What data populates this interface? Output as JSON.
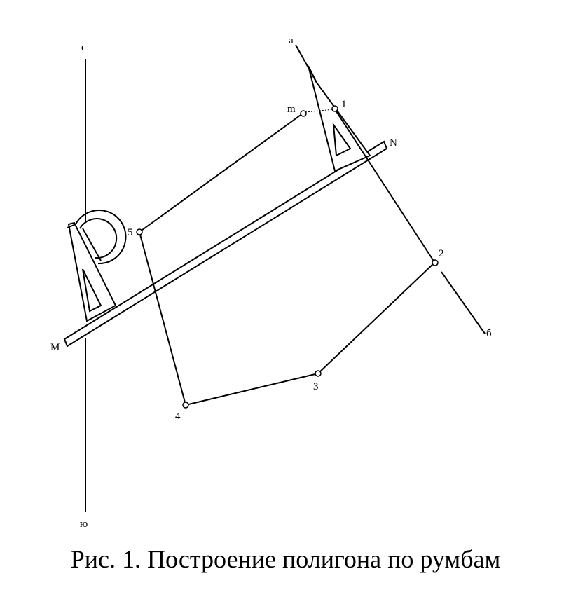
{
  "labels": {
    "north": "с",
    "south": "ю",
    "a": "а",
    "b": "б",
    "m": "m",
    "M": "M",
    "N": "N",
    "p1": "1",
    "p2": "2",
    "p3": "3",
    "p4": "4",
    "p5": "5"
  },
  "caption": "Рис. 1. Построение полигона по румбам",
  "colors": {
    "line": "#000000",
    "background": "#ffffff"
  }
}
